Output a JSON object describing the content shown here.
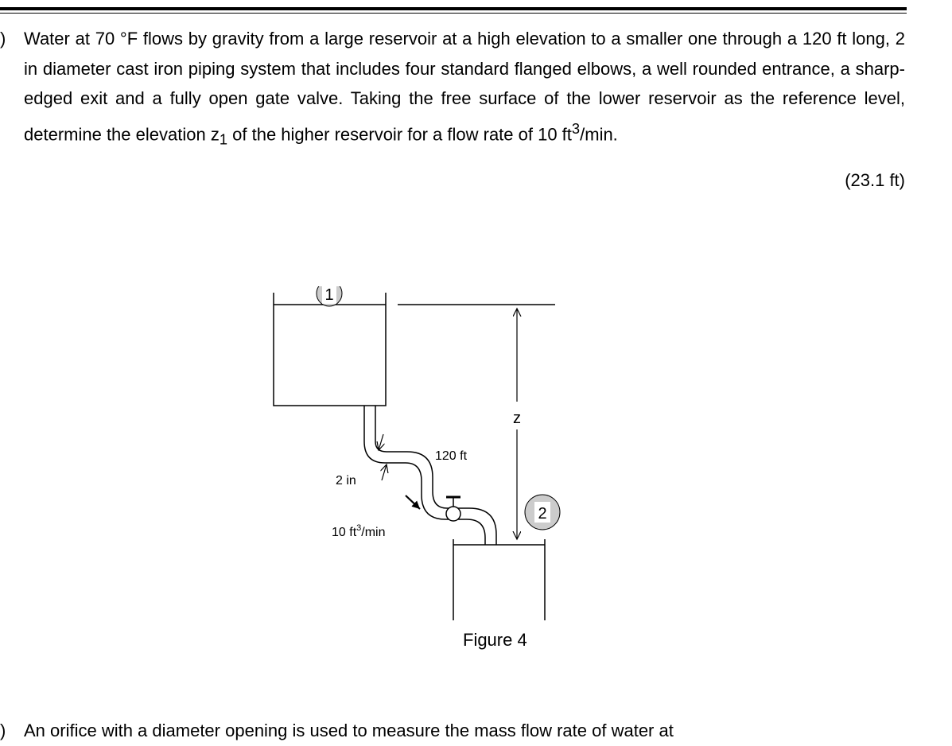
{
  "problem": {
    "marker": ")",
    "text_1": "Water at 70 °F flows by gravity from a large reservoir at a high elevation to a smaller one through a 120 ft long, 2 in diameter cast iron piping system that includes four standard flanged elbows, a well rounded entrance, a sharp-edged exit and a fully open gate valve. Taking the free surface of the lower reservoir as the reference level, determine the elevation z",
    "sub_1": "1",
    "text_2": " of the higher reservoir for a flow rate of 10 ft",
    "sup_3": "3",
    "text_3": "/min.",
    "answer": "(23.1 ft)"
  },
  "figure": {
    "label_point_1": "1",
    "label_point_2": "2",
    "label_z": "z",
    "label_length": "120 ft",
    "label_diameter": "2 in",
    "label_flow_value": "10 ft",
    "label_flow_sup": "3",
    "label_flow_unit": "/min",
    "caption": "Figure 4"
  },
  "next_problem": {
    "marker": ")",
    "text": "An orifice with a diameter opening is used to measure the mass flow rate of water at"
  }
}
